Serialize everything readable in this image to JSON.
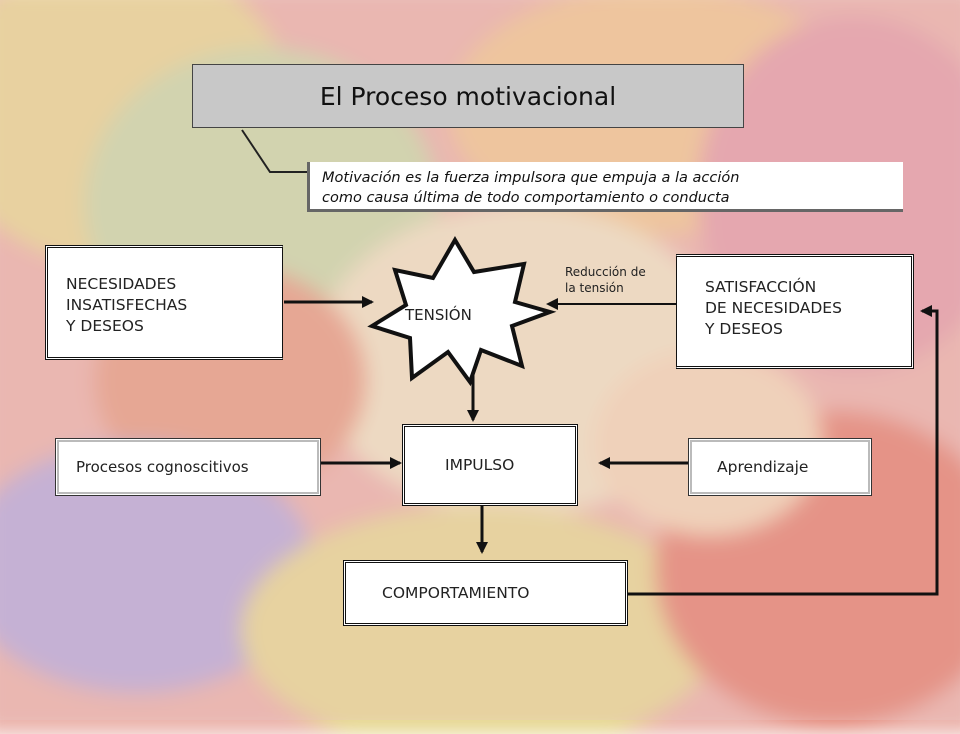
{
  "title": "El Proceso motivacional",
  "subtitle": "Motivación es la fuerza impulsora que empuja  a la acción\ncomo causa última de todo comportamiento o conducta",
  "nodes": {
    "necesidades": "NECESIDADES\nINSATISFECHAS\nY DESEOS",
    "tension": "TENSIÓN",
    "satisfaccion": "SATISFACCIÓN\nDE NECESIDADES\nY DESEOS",
    "procesos": "Procesos cognoscitivos",
    "impulso": "IMPULSO",
    "aprendizaje": "Aprendizaje",
    "comportamiento": "COMPORTAMIENTO"
  },
  "edge_label": "Reducción de\nla tensión",
  "colors": {
    "background_tones": [
      "#e9a5a0",
      "#e8d38a",
      "#c9d4a0",
      "#f0c08e"
    ],
    "title_box": "#c8c8c8",
    "node_fill": "#ffffff",
    "stroke": "#111111"
  }
}
